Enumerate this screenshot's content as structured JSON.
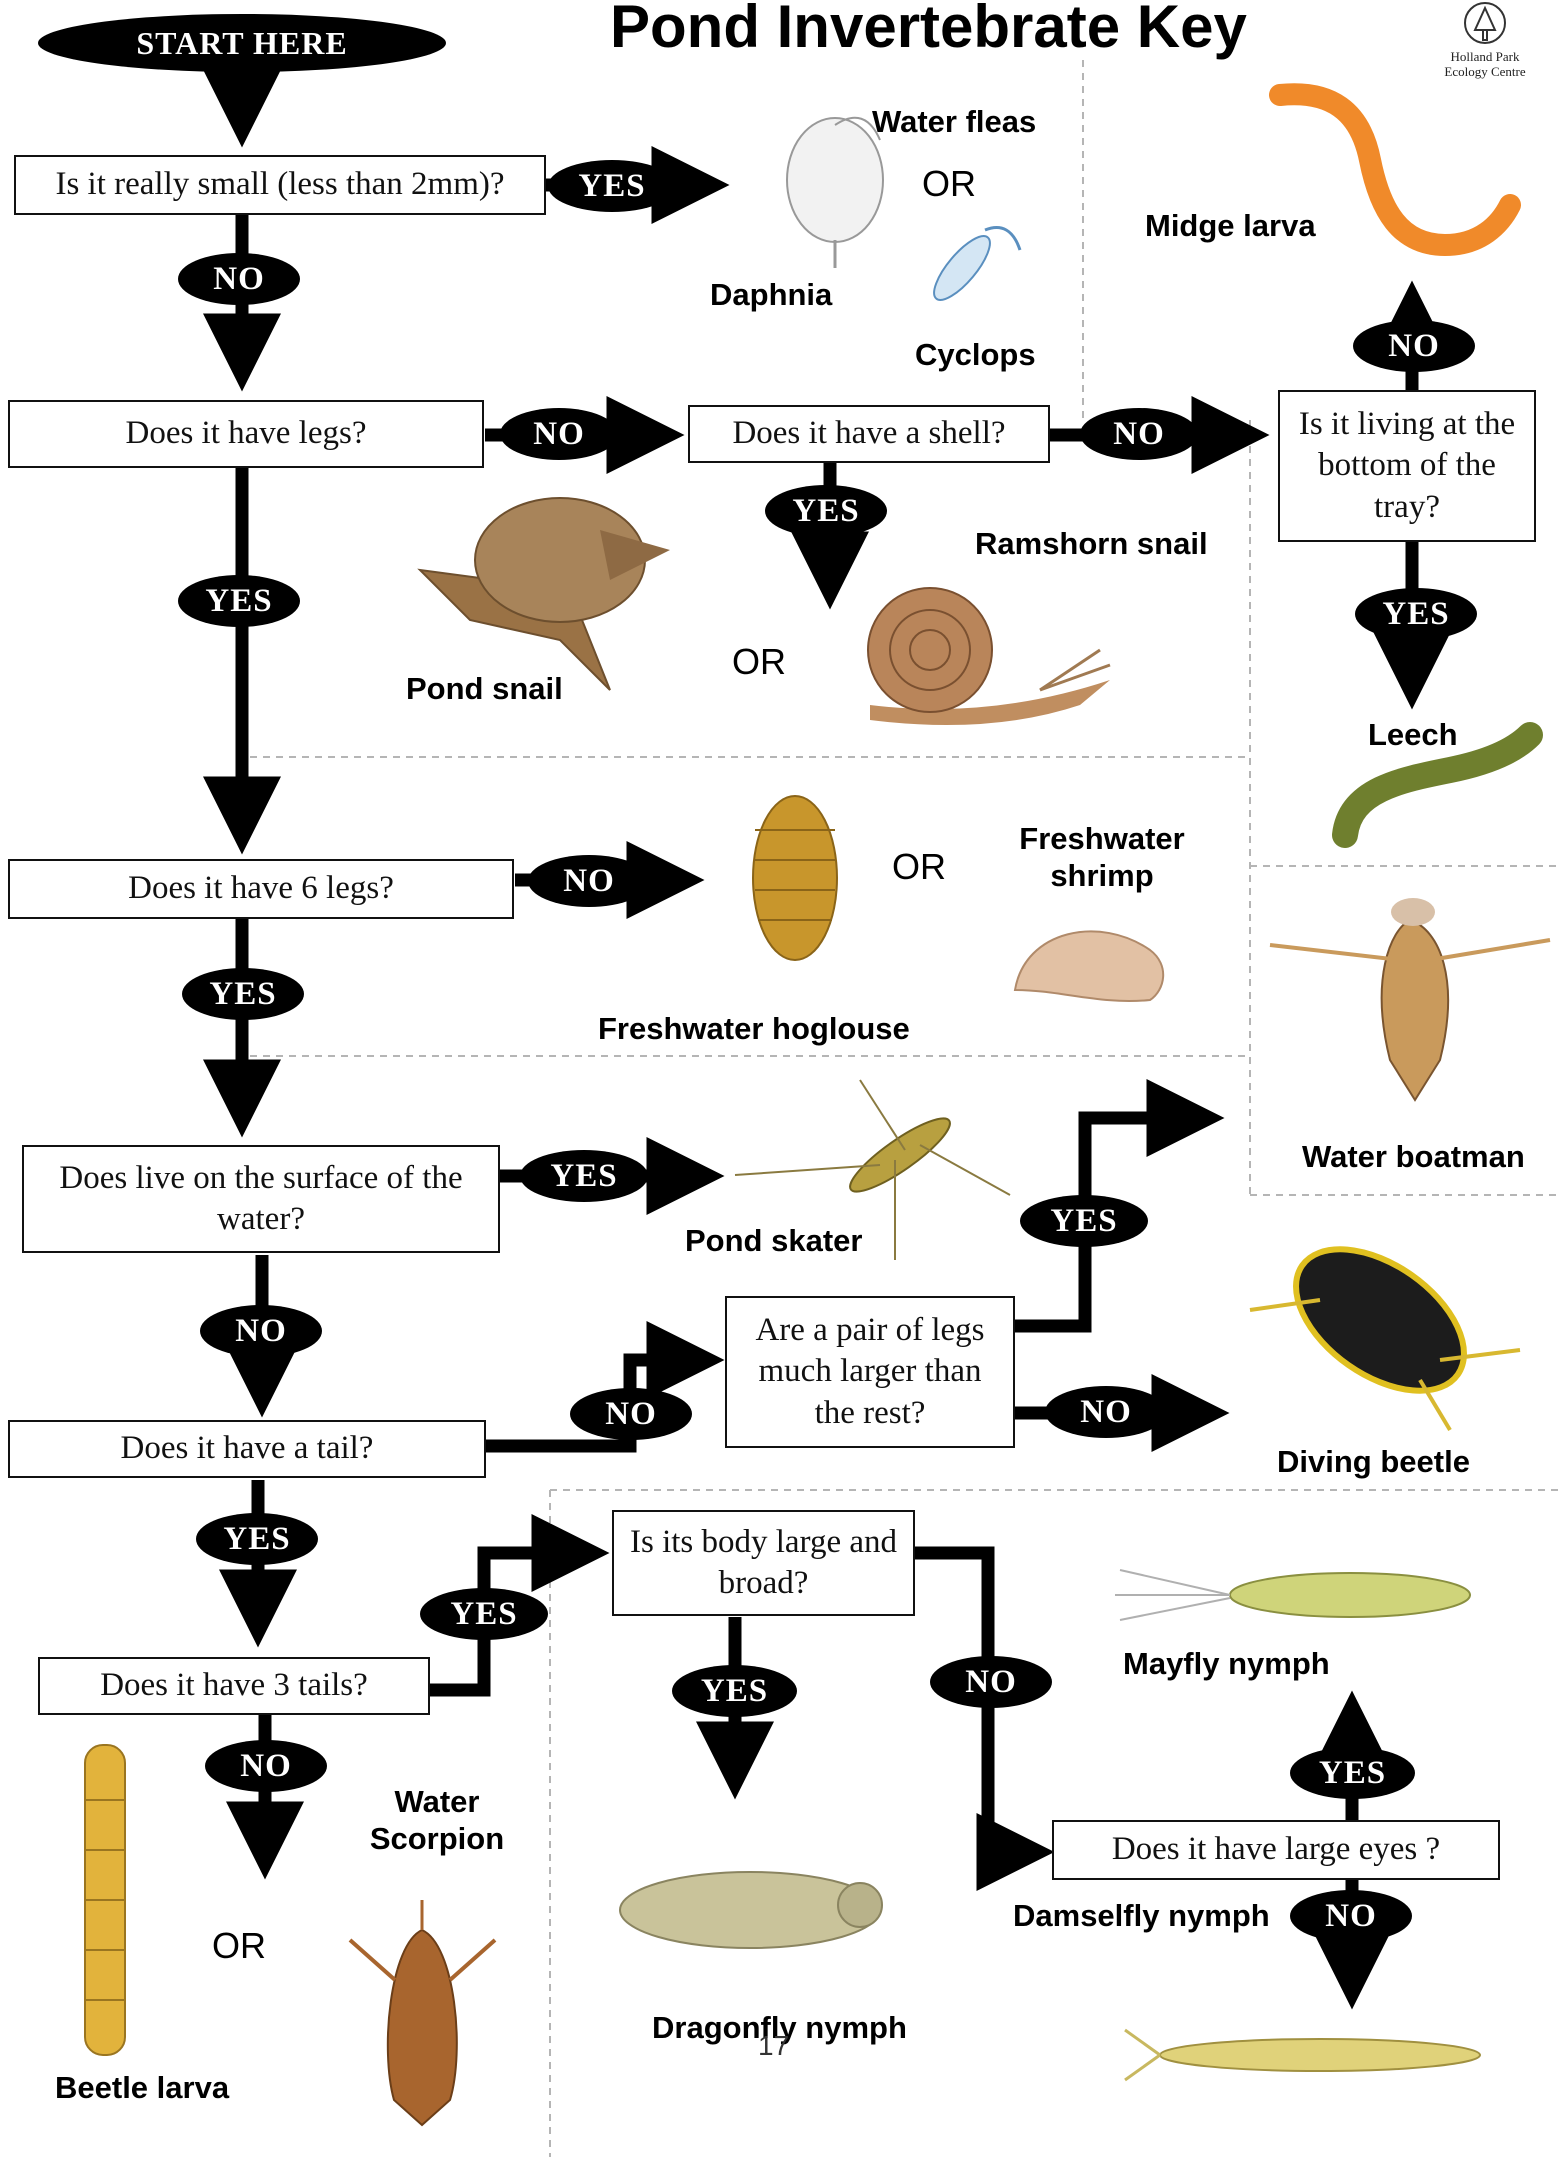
{
  "title": "Pond Invertebrate Key",
  "logo": {
    "line1": "Holland Park",
    "line2": "Ecology Centre"
  },
  "start_label": "START HERE",
  "questions": {
    "q_small": "Is it really small (less than 2mm)?",
    "q_legs": "Does it have legs?",
    "q_shell": "Does it have a shell?",
    "q_bottom": "Is it living at the bottom of the tray?",
    "q_six_legs": "Does it have 6 legs?",
    "q_surface": "Does live on the surface of the water?",
    "q_pair_legs": "Are a pair of legs much larger than the rest?",
    "q_tail": "Does it have a tail?",
    "q_body": "Is its body large and broad?",
    "q_three_tails": "Does it have 3 tails?",
    "q_eyes": "Does it have large eyes ?"
  },
  "answers": {
    "yes": "YES",
    "no": "NO"
  },
  "or_label": "OR",
  "organisms": {
    "water_fleas": "Water fleas",
    "daphnia": "Daphnia",
    "cyclops": "Cyclops",
    "midge_larva": "Midge larva",
    "ramshorn_snail": "Ramshorn snail",
    "pond_snail": "Pond snail",
    "leech": "Leech",
    "freshwater_shrimp": "Freshwater shrimp",
    "freshwater_hoglouse": "Freshwater hoglouse",
    "water_boatman": "Water boatman",
    "pond_skater": "Pond skater",
    "diving_beetle": "Diving beetle",
    "mayfly_nymph": "Mayfly nymph",
    "water_scorpion": "Water Scorpion",
    "beetle_larva": "Beetle larva",
    "dragonfly_nymph": "Dragonfly nymph",
    "damselfly_nymph": "Damselfly nymph"
  },
  "page_number": "17",
  "colors": {
    "ink": "#000000",
    "divider": "#b5b5b5",
    "midge": "#f08a2a",
    "snail_shell": "#a07a52",
    "leech": "#6f7f2e",
    "hoglouse": "#c8962c",
    "shrimp": "#d9b394",
    "boatman": "#c99a5c",
    "skater": "#b8a040",
    "beetle": "#1c1c1c",
    "beetle_edge": "#e0c020",
    "mayfly": "#cfd47a",
    "larva": "#e2b33c",
    "scorpion": "#a8652e",
    "dragonfly": "#c9c39a",
    "damselfly": "#e0d27a"
  }
}
